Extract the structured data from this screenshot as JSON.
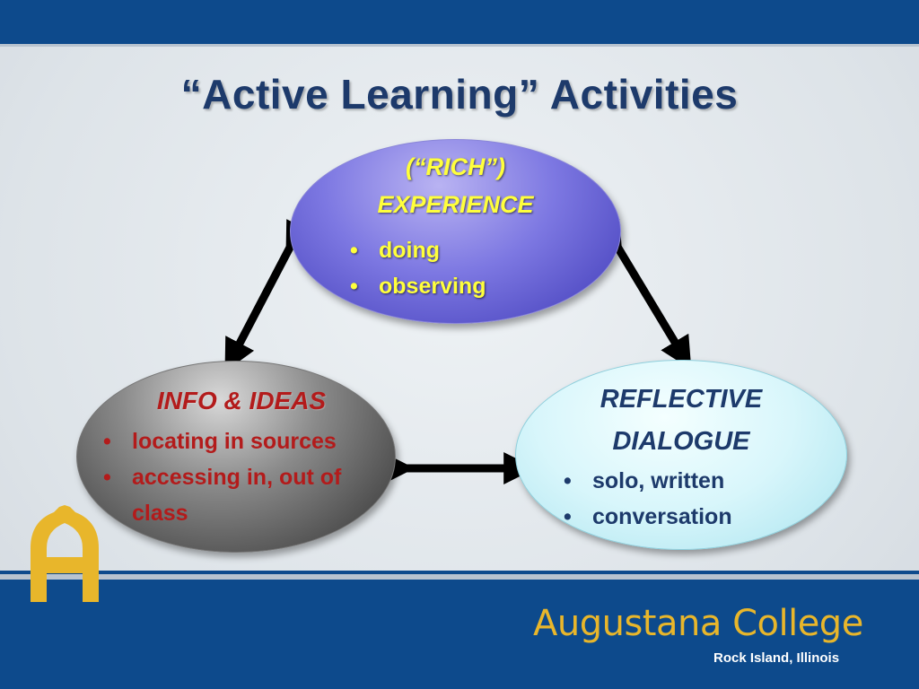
{
  "slide": {
    "title": "“Active Learning” Activities",
    "colors": {
      "band": "#0d4a8c",
      "title": "#1d3a6b",
      "experience_text": "#ffff3c",
      "info_text": "#b31b1b",
      "reflect_text": "#1d3a6b",
      "logo_gold": "#e8b62b"
    }
  },
  "nodes": {
    "experience": {
      "heading_line1": "(“RICH”)",
      "heading_line2": "EXPERIENCE",
      "items": [
        "doing",
        "observing"
      ]
    },
    "info": {
      "heading": "INFO & IDEAS",
      "items": [
        "locating in sources",
        "accessing in, out of class"
      ]
    },
    "reflect": {
      "heading_line1": "REFLECTIVE",
      "heading_line2": "DIALOGUE",
      "items": [
        "solo, written",
        "conversation"
      ]
    }
  },
  "bullet": "•",
  "connections": [
    {
      "from": "experience",
      "to": "info",
      "type": "double-arrow"
    },
    {
      "from": "experience",
      "to": "reflect",
      "type": "double-arrow"
    },
    {
      "from": "info",
      "to": "reflect",
      "type": "double-arrow"
    }
  ],
  "footer": {
    "college_name": "Augustana College",
    "location": "Rock Island, Illinois",
    "logo": "augustana-arch-logo"
  }
}
